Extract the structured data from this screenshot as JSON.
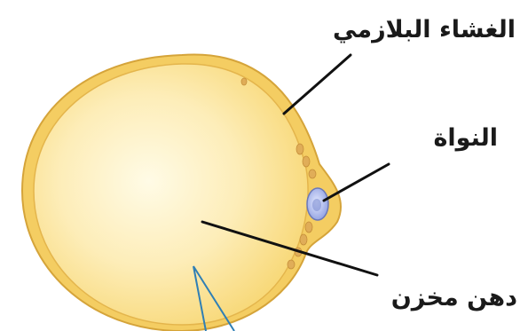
{
  "labels": {
    "plasma_membrane": "الغشاء البلازمي",
    "nucleus": "النواة",
    "stored_fat": "دهن مخزن"
  },
  "colors": {
    "cell_fill": "#fbe7a6",
    "cell_rim": "#f3c95a",
    "cell_outline": "#d9a73a",
    "nucleus": "#a9b6ea",
    "leader_line": "#111111",
    "needle": "#2f7fb5"
  }
}
